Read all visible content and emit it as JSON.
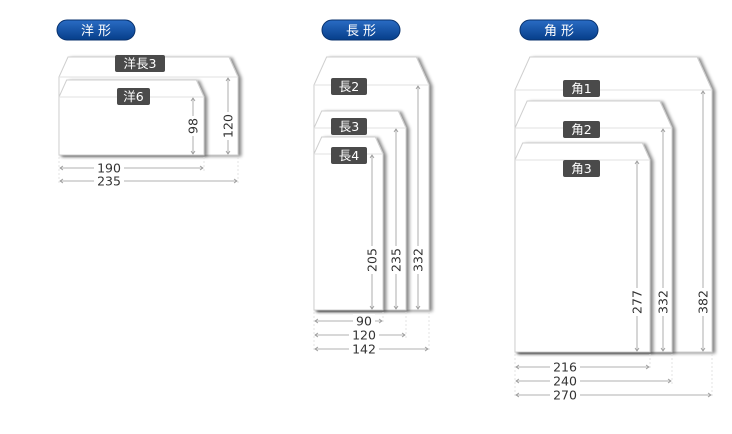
{
  "groups": [
    {
      "title": "洋形",
      "envelopes": [
        "洋長3",
        "洋6"
      ],
      "heights": [
        "120",
        "98"
      ],
      "widths": [
        "235",
        "190"
      ]
    },
    {
      "title": "長形",
      "envelopes": [
        "長2",
        "長3",
        "長4"
      ],
      "heights": [
        "332",
        "235",
        "205"
      ],
      "widths": [
        "142",
        "120",
        "90"
      ]
    },
    {
      "title": "角形",
      "envelopes": [
        "角1",
        "角2",
        "角3"
      ],
      "heights": [
        "382",
        "332",
        "277"
      ],
      "widths": [
        "270",
        "240",
        "216"
      ]
    }
  ],
  "colors": {
    "pill": "#0b4ea2",
    "label": "#4a4a4a",
    "dimension_line": "#999999"
  }
}
